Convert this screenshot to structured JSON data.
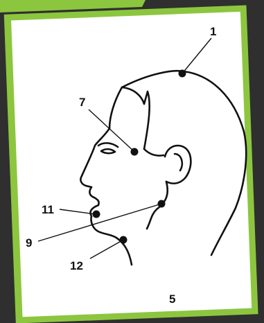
{
  "card": {
    "page_number": "5",
    "border_color": "#8cc63f",
    "paper_color": "#ffffff",
    "ink_color": "#111111"
  },
  "diagram": {
    "subject": "head-profile",
    "points": [
      {
        "id": "p1",
        "label": "1"
      },
      {
        "id": "p7",
        "label": "7"
      },
      {
        "id": "p9",
        "label": "9"
      },
      {
        "id": "p11",
        "label": "11"
      },
      {
        "id": "p12",
        "label": "12"
      }
    ]
  }
}
